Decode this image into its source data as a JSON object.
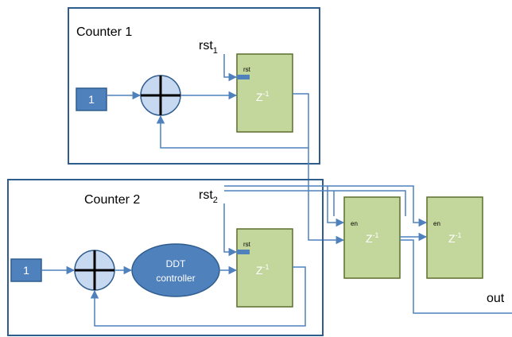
{
  "counter1": {
    "title": "Counter 1",
    "const_value": "1",
    "rst_label_main": "rst",
    "rst_label_sub": "1",
    "reg_rst_label": "rst",
    "reg_label_main": "Z",
    "reg_label_sup": "-1"
  },
  "counter2": {
    "title": "Counter 2",
    "const_value": "1",
    "rst_label_main": "rst",
    "rst_label_sub": "2",
    "controller_line1": "DDT",
    "controller_line2": "controller",
    "reg_rst_label": "rst",
    "reg_label_main": "Z",
    "reg_label_sup": "-1"
  },
  "stage1": {
    "en_label": "en",
    "reg_label_main": "Z",
    "reg_label_sup": "-1"
  },
  "stage2": {
    "en_label": "en",
    "reg_label_main": "Z",
    "reg_label_sup": "-1"
  },
  "output_label": "out",
  "colors": {
    "frame": "#2f5d8e",
    "register_fill": "#c3d69b",
    "register_stroke": "#5b6f2e",
    "const_fill": "#4f81bd",
    "adder_fill": "#c6d9f1",
    "controller_fill": "#4f81bd",
    "wire": "#4f81bd"
  }
}
